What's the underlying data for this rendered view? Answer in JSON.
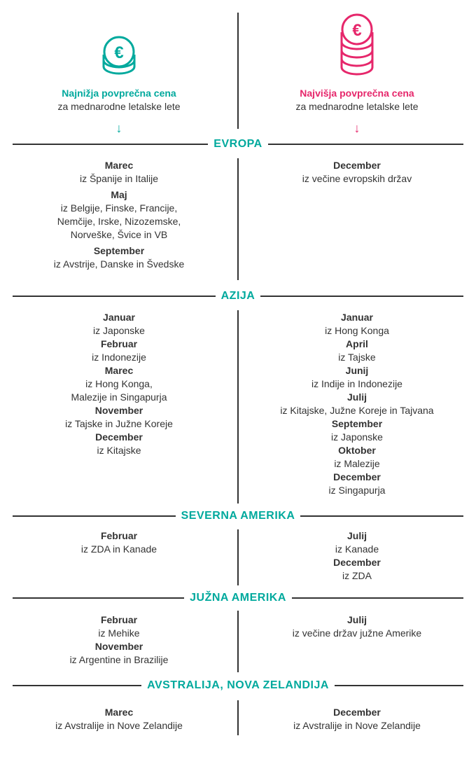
{
  "colors": {
    "teal": "#00a99d",
    "pink": "#e6276b",
    "line": "#333333",
    "text": "#333333"
  },
  "header": {
    "left": {
      "icon": "coin-stack-small-icon",
      "title": "Najnižja povprečna cena",
      "subtitle": "za mednarodne letalske lete",
      "arrow": "↓"
    },
    "right": {
      "icon": "coin-stack-tall-icon",
      "title": "Najvišja povprečna cena",
      "subtitle": "za mednarodne letalske lete",
      "arrow": "↓"
    }
  },
  "sections": {
    "evropa": {
      "title": "EVROPA",
      "left": [
        {
          "month": "Marec",
          "text": [
            "iz Španije in Italije"
          ]
        },
        {
          "month": "Maj",
          "text": [
            "iz Belgije, Finske, Francije,",
            "Nemčije, Irske, Nizozemske,",
            "Norveške, Švice in VB"
          ]
        },
        {
          "month": "September",
          "text": [
            "iz Avstrije, Danske in Švedske"
          ]
        }
      ],
      "right": [
        {
          "month": "December",
          "text": [
            "iz večine evropskih držav"
          ]
        }
      ]
    },
    "azija": {
      "title": "AZIJA",
      "left": [
        {
          "month": "Januar",
          "text": [
            "iz Japonske"
          ]
        },
        {
          "month": "Februar",
          "text": [
            "iz Indonezije"
          ]
        },
        {
          "month": "Marec",
          "text": [
            "iz Hong Konga,",
            "Malezije in Singapurja"
          ]
        },
        {
          "month": "November",
          "text": [
            "iz Tajske in Južne Koreje"
          ]
        },
        {
          "month": "December",
          "text": [
            "iz Kitajske"
          ]
        }
      ],
      "right": [
        {
          "month": "Januar",
          "text": [
            "iz Hong Konga"
          ]
        },
        {
          "month": "April",
          "text": [
            "iz Tajske"
          ]
        },
        {
          "month": "Junij",
          "text": [
            "iz Indije in Indonezije"
          ]
        },
        {
          "month": "Julij",
          "text": [
            "iz Kitajske, Južne Koreje in Tajvana"
          ]
        },
        {
          "month": "September",
          "text": [
            "iz Japonske"
          ]
        },
        {
          "month": "Oktober",
          "text": [
            "iz Malezije"
          ]
        },
        {
          "month": "December",
          "text": [
            "iz Singapurja"
          ]
        }
      ]
    },
    "severna": {
      "title": "SEVERNA AMERIKA",
      "left": [
        {
          "month": "Februar",
          "text": [
            "iz ZDA in Kanade"
          ]
        }
      ],
      "right": [
        {
          "month": "Julij",
          "text": [
            "iz Kanade"
          ]
        },
        {
          "month": "December",
          "text": [
            "iz ZDA"
          ]
        }
      ]
    },
    "juzna": {
      "title": "JUŽNA AMERIKA",
      "left": [
        {
          "month": "Februar",
          "text": [
            "iz Mehike"
          ]
        },
        {
          "month": "November",
          "text": [
            "iz Argentine in Brazilije"
          ]
        }
      ],
      "right": [
        {
          "month": "Julij",
          "text": [
            "iz večine držav južne Amerike"
          ]
        }
      ]
    },
    "avstralija": {
      "title": "AVSTRALIJA, NOVA ZELANDIJA",
      "left": [
        {
          "month": "Marec",
          "text": [
            "iz Avstralije in Nove Zelandije"
          ]
        }
      ],
      "right": [
        {
          "month": "December",
          "text": [
            "iz Avstralije in Nove Zelandije"
          ]
        }
      ]
    }
  }
}
